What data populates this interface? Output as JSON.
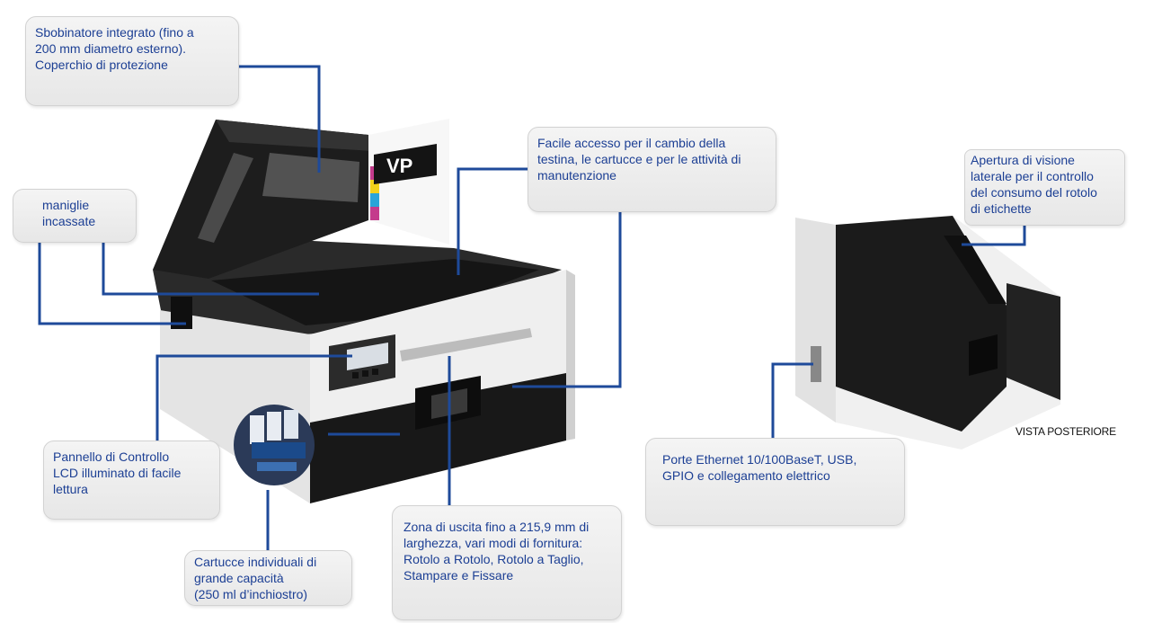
{
  "callouts": {
    "unwinder": [
      "Sbobinatore integrato (fino a",
      "200 mm diametro esterno).",
      "Coperchio di protezione"
    ],
    "handles": [
      "maniglie",
      "incassate"
    ],
    "access": [
      "Facile accesso per il cambio della",
      "testina, le cartucce e per le attività di",
      "manutenzione"
    ],
    "side_window": [
      "Apertura di visione",
      "laterale per il controllo",
      "del consumo del rotolo",
      "di etichette"
    ],
    "control_panel": [
      "Pannello di Controllo",
      "LCD illuminato di facile",
      "lettura"
    ],
    "cartridges": [
      "Cartucce individuali di",
      "grande capacità",
      "(250 ml d’inchiostro)"
    ],
    "output": [
      "Zona di uscita fino a 215,9 mm di",
      "larghezza,  vari modi di fornitura:",
      "Rotolo a Rotolo, Rotolo a Taglio,",
      "Stampare e Fissare"
    ],
    "ports": [
      "Porte Ethernet 10/100BaseT, USB,",
      "GPIO e collegamento elettrico"
    ]
  },
  "rear_view_label": "VISTA POSTERIORE",
  "logo_text": "VP",
  "colors": {
    "callout_text": "#1c3f94",
    "connector_line": "#1e4a9a",
    "printer_black": "#1b1b1b",
    "printer_white": "#e9e9e9"
  }
}
